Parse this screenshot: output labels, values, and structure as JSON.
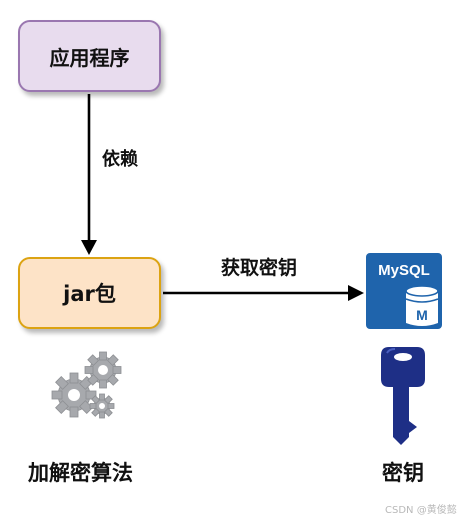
{
  "nodes": {
    "app": "应用程序",
    "jar": "jar包"
  },
  "edges": {
    "dependency": "依赖",
    "get_key": "获取密钥"
  },
  "icons": {
    "gears": "gears-icon",
    "mysql": "mysql-database-icon",
    "mysql_text": "MySQL",
    "mysql_badge": "M",
    "key": "key-icon"
  },
  "captions": {
    "gears": "加解密算法",
    "key": "密钥"
  },
  "watermark": "CSDN @黄俊懿",
  "colors": {
    "app_fill": "#e8dcee",
    "app_border": "#9a77b0",
    "jar_fill": "#fde3c7",
    "jar_border": "#dca312",
    "mysql_blue": "#1f64ac",
    "key_blue": "#1e2f86",
    "gear_gray": "#a7a9ad"
  }
}
